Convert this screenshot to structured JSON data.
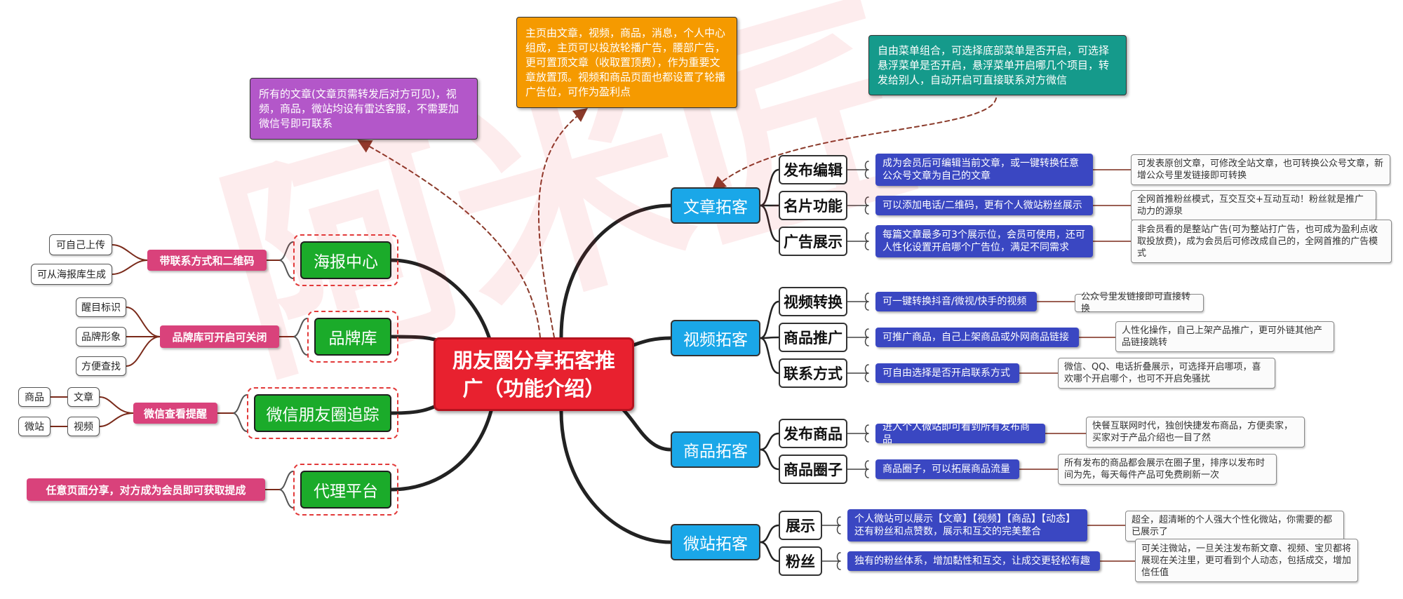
{
  "watermark": "阿米匠",
  "center": "朋友圈分享拓客推广（功能介绍）",
  "notes": {
    "purple": "所有的文章(文章页需转发后对方可见)，视频，商品，微站均设有雷达客服，不需要加微信号即可联系",
    "orange": "主页由文章，视频，商品，消息，个人中心组成，主页可以投放轮播广告，腰部广告，更可置顶文章（收取置顶费），作为重要文章放置顶。视频和商品页面也都设置了轮播广告位，可作为盈利点",
    "teal": "自由菜单组合，可选择底部菜单是否开启，可选择悬浮菜单是否开启，悬浮菜单开启哪几个项目，转发给别人，自动开启可直接联系对方微信"
  },
  "right": [
    {
      "label": "文章拓客",
      "subs": [
        {
          "label": "发布编辑",
          "desc": "成为会员后可编辑当前文章，或一键转换任意公众号文章为自己的文章",
          "ext": "可发表原创文章，可修改全站文章，也可转换公众号文章，新增公众号里发链接即可转换"
        },
        {
          "label": "名片功能",
          "desc": "可以添加电话/二维码，更有个人微站粉丝展示",
          "ext": "全网首推粉丝模式，互交互交+互动互动！粉丝就是推广动力的源泉"
        },
        {
          "label": "广告展示",
          "desc": "每篇文章最多可3个展示位，会员可使用，还可人性化设置开启哪个广告位，满足不同需求",
          "ext": "非会员看的是整站广告(可为整站打广告，也可成为盈利点收取投放费)，成为会员后可修改成自己的，全网首推的广告模式"
        }
      ]
    },
    {
      "label": "视频拓客",
      "subs": [
        {
          "label": "视频转换",
          "desc": "可一键转换抖音/微视/快手的视频",
          "ext": "公众号里发链接即可直接转换"
        },
        {
          "label": "商品推广",
          "desc": "可推广商品，自己上架商品或外网商品链接",
          "ext": "人性化操作，自己上架产品推广，更可外链其他产品链接跳转"
        },
        {
          "label": "联系方式",
          "desc": "可自由选择是否开启联系方式",
          "ext": "微信、QQ、电话折叠展示，可选择开启哪项，喜欢哪个开启哪个，也可不开启免骚扰"
        }
      ]
    },
    {
      "label": "商品拓客",
      "subs": [
        {
          "label": "发布商品",
          "desc": "进入个人微站即可看到所有发布商品",
          "ext": "快餐互联网时代，独创快捷发布商品，方便卖家，买家对于产品介绍也一目了然"
        },
        {
          "label": "商品圈子",
          "desc": "商品圈子，可以拓展商品流量",
          "ext": "所有发布的商品都会展示在圈子里，排序以发布时间为先，每天每件产品可免费刷新一次"
        }
      ]
    },
    {
      "label": "微站拓客",
      "subs": [
        {
          "label": "展示",
          "desc": "个人微站可以展示【文章】【视频】【商品】【动态】还有粉丝和点赞数，展示和互交的完美整合",
          "ext": "超全，超清晰的个人强大个性化微站，你需要的都已展示了"
        },
        {
          "label": "粉丝",
          "desc": "独有的粉丝体系，增加黏性和互交，让成交更轻松有趣",
          "ext": "可关注微站，一旦关注发布新文章、视频、宝贝都将展现在关注里，更可看到个人动态，包括成交，增加信任值"
        }
      ]
    }
  ],
  "left": [
    {
      "label": "海报中心",
      "tag": "带联系方式和二维码",
      "leaves": [
        "可自己上传",
        "可从海报库生成"
      ]
    },
    {
      "label": "品牌库",
      "tag": "品牌库可开启可关闭",
      "leaves": [
        "醒目标识",
        "品牌形象",
        "方便查找"
      ]
    },
    {
      "label": "微信朋友圈追踪",
      "tag": "微信查看提醒",
      "leaves": [
        "文章",
        "视频"
      ],
      "subleaves": [
        "商品",
        "微站"
      ]
    },
    {
      "label": "代理平台",
      "tag": "任意页面分享，对方成为会员即可获取提成",
      "leaves": []
    }
  ]
}
